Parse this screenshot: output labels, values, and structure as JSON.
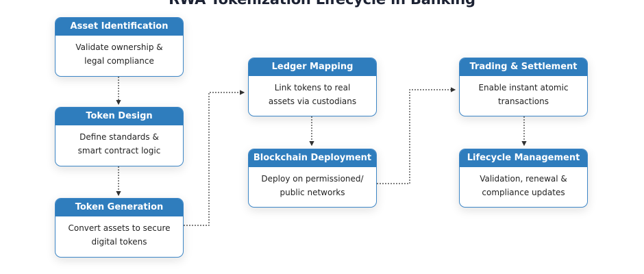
{
  "title": "RWA Tokenization Lifecycle in Banking",
  "colors": {
    "header": "#2f7dbd",
    "border": "#3d86c6",
    "connector": "#333333"
  },
  "steps": [
    {
      "title": "Asset Identification",
      "desc": "Validate ownership &\nlegal compliance"
    },
    {
      "title": "Token Design",
      "desc": "Define standards &\nsmart contract logic"
    },
    {
      "title": "Token Generation",
      "desc": "Convert assets to secure\ndigital tokens"
    },
    {
      "title": "Ledger Mapping",
      "desc": "Link tokens to real\nassets via custodians"
    },
    {
      "title": "Blockchain Deployment",
      "desc": "Deploy on permissioned/\npublic networks"
    },
    {
      "title": "Trading & Settlement",
      "desc": "Enable instant atomic\ntransactions"
    },
    {
      "title": "Lifecycle Management",
      "desc": "Validation, renewal &\ncompliance updates"
    }
  ]
}
